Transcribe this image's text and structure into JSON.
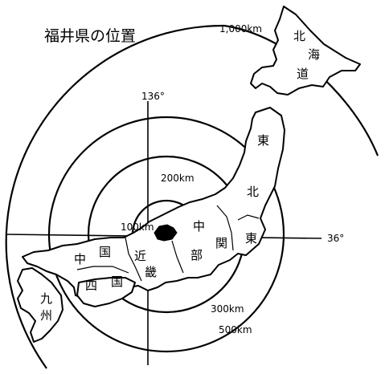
{
  "title": "福井県の位置",
  "distance_labels": {
    "d100": "100km",
    "d200": "200km",
    "d300": "300km",
    "d500": "500km",
    "d1000": "1,000km"
  },
  "coordinate_labels": {
    "meridian": "136°",
    "parallel": "36°"
  },
  "regions": {
    "hokkaido": [
      "北",
      "海",
      "道"
    ],
    "tohoku": [
      "東",
      "北"
    ],
    "chubu": [
      "中",
      "部"
    ],
    "kanto": [
      "関",
      "東"
    ],
    "kinki": [
      "近",
      "畿"
    ],
    "chugoku": [
      "中",
      "国"
    ],
    "shikoku": [
      "四",
      "国"
    ],
    "kyushu": [
      "九",
      "州"
    ]
  }
}
